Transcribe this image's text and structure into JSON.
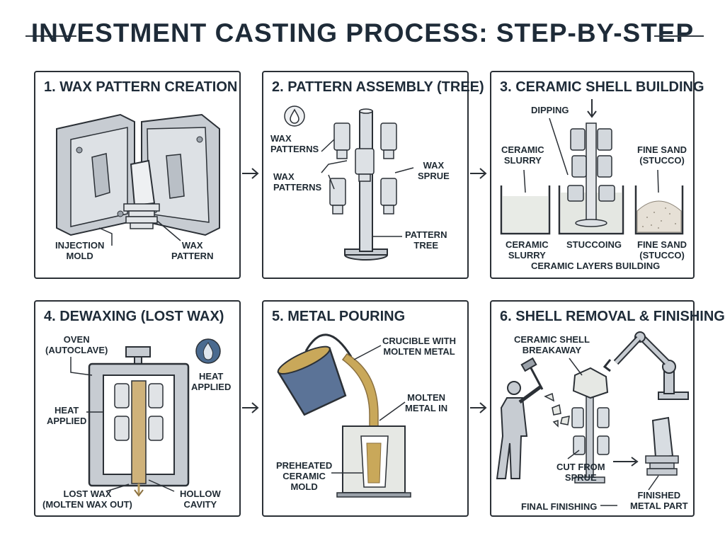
{
  "title": "INVESTMENT CASTING PROCESS: STEP-BY-STEP",
  "colors": {
    "ink": "#2b3036",
    "steel": "#c7ccd2",
    "wax": "#d8dde2",
    "slurry": "#e8ebe6",
    "metal": "#c9a85a",
    "crucible": "#5b7397",
    "oven_icon": "#4a6a8f"
  },
  "panels": [
    {
      "title": "1. WAX PATTERN CREATION",
      "labels": {
        "mold": "INJECTION\nMOLD",
        "pattern": "WAX\nPATTERN"
      }
    },
    {
      "title": "2. PATTERN ASSEMBLY (TREE)",
      "labels": {
        "wax_patterns_top": "WAX\nPATTERNS",
        "wax_patterns_mid": "WAX\nPATTERNS",
        "sprue": "WAX\nSPRUE",
        "tree": "PATTERN\nTREE"
      },
      "icon": "droplet-icon"
    },
    {
      "title": "3. CERAMIC SHELL BUILDING",
      "labels": {
        "dipping": "DIPPING",
        "slurry_top": "CERAMIC\nSLURRY",
        "sand_top": "FINE SAND\n(STUCCO)",
        "slurry_bottom": "CERAMIC\nSLURRY",
        "stuccoing": "STUCCOING",
        "sand_bottom": "FINE SAND\n(STUCCO)",
        "layers": "CERAMIC LAYERS BUILDING"
      }
    },
    {
      "title": "4. DEWAXING (LOST WAX)",
      "labels": {
        "oven": "OVEN\n(AUTOCLAVE)",
        "heat_left": "HEAT\nAPPLIED",
        "heat_right": "HEAT\nAPPLIED",
        "lost_wax": "LOST WAX\n(MOLTEN WAX OUT)",
        "cavity": "HOLLOW\nCAVITY"
      },
      "icon": "flame-icon"
    },
    {
      "title": "5. METAL POURING",
      "labels": {
        "crucible": "CRUCIBLE WITH\nMOLTEN METAL",
        "molten": "MOLTEN\nMETAL IN",
        "mold": "PREHEATED\nCERAMIC\nMOLD"
      }
    },
    {
      "title": "6. SHELL REMOVAL & FINISHING",
      "labels": {
        "breakaway": "CERAMIC SHELL\nBREAKAWAY",
        "cut": "CUT FROM\nSPRUE",
        "final": "FINAL FINISHING",
        "finished": "FINISHED\nMETAL PART"
      }
    }
  ]
}
